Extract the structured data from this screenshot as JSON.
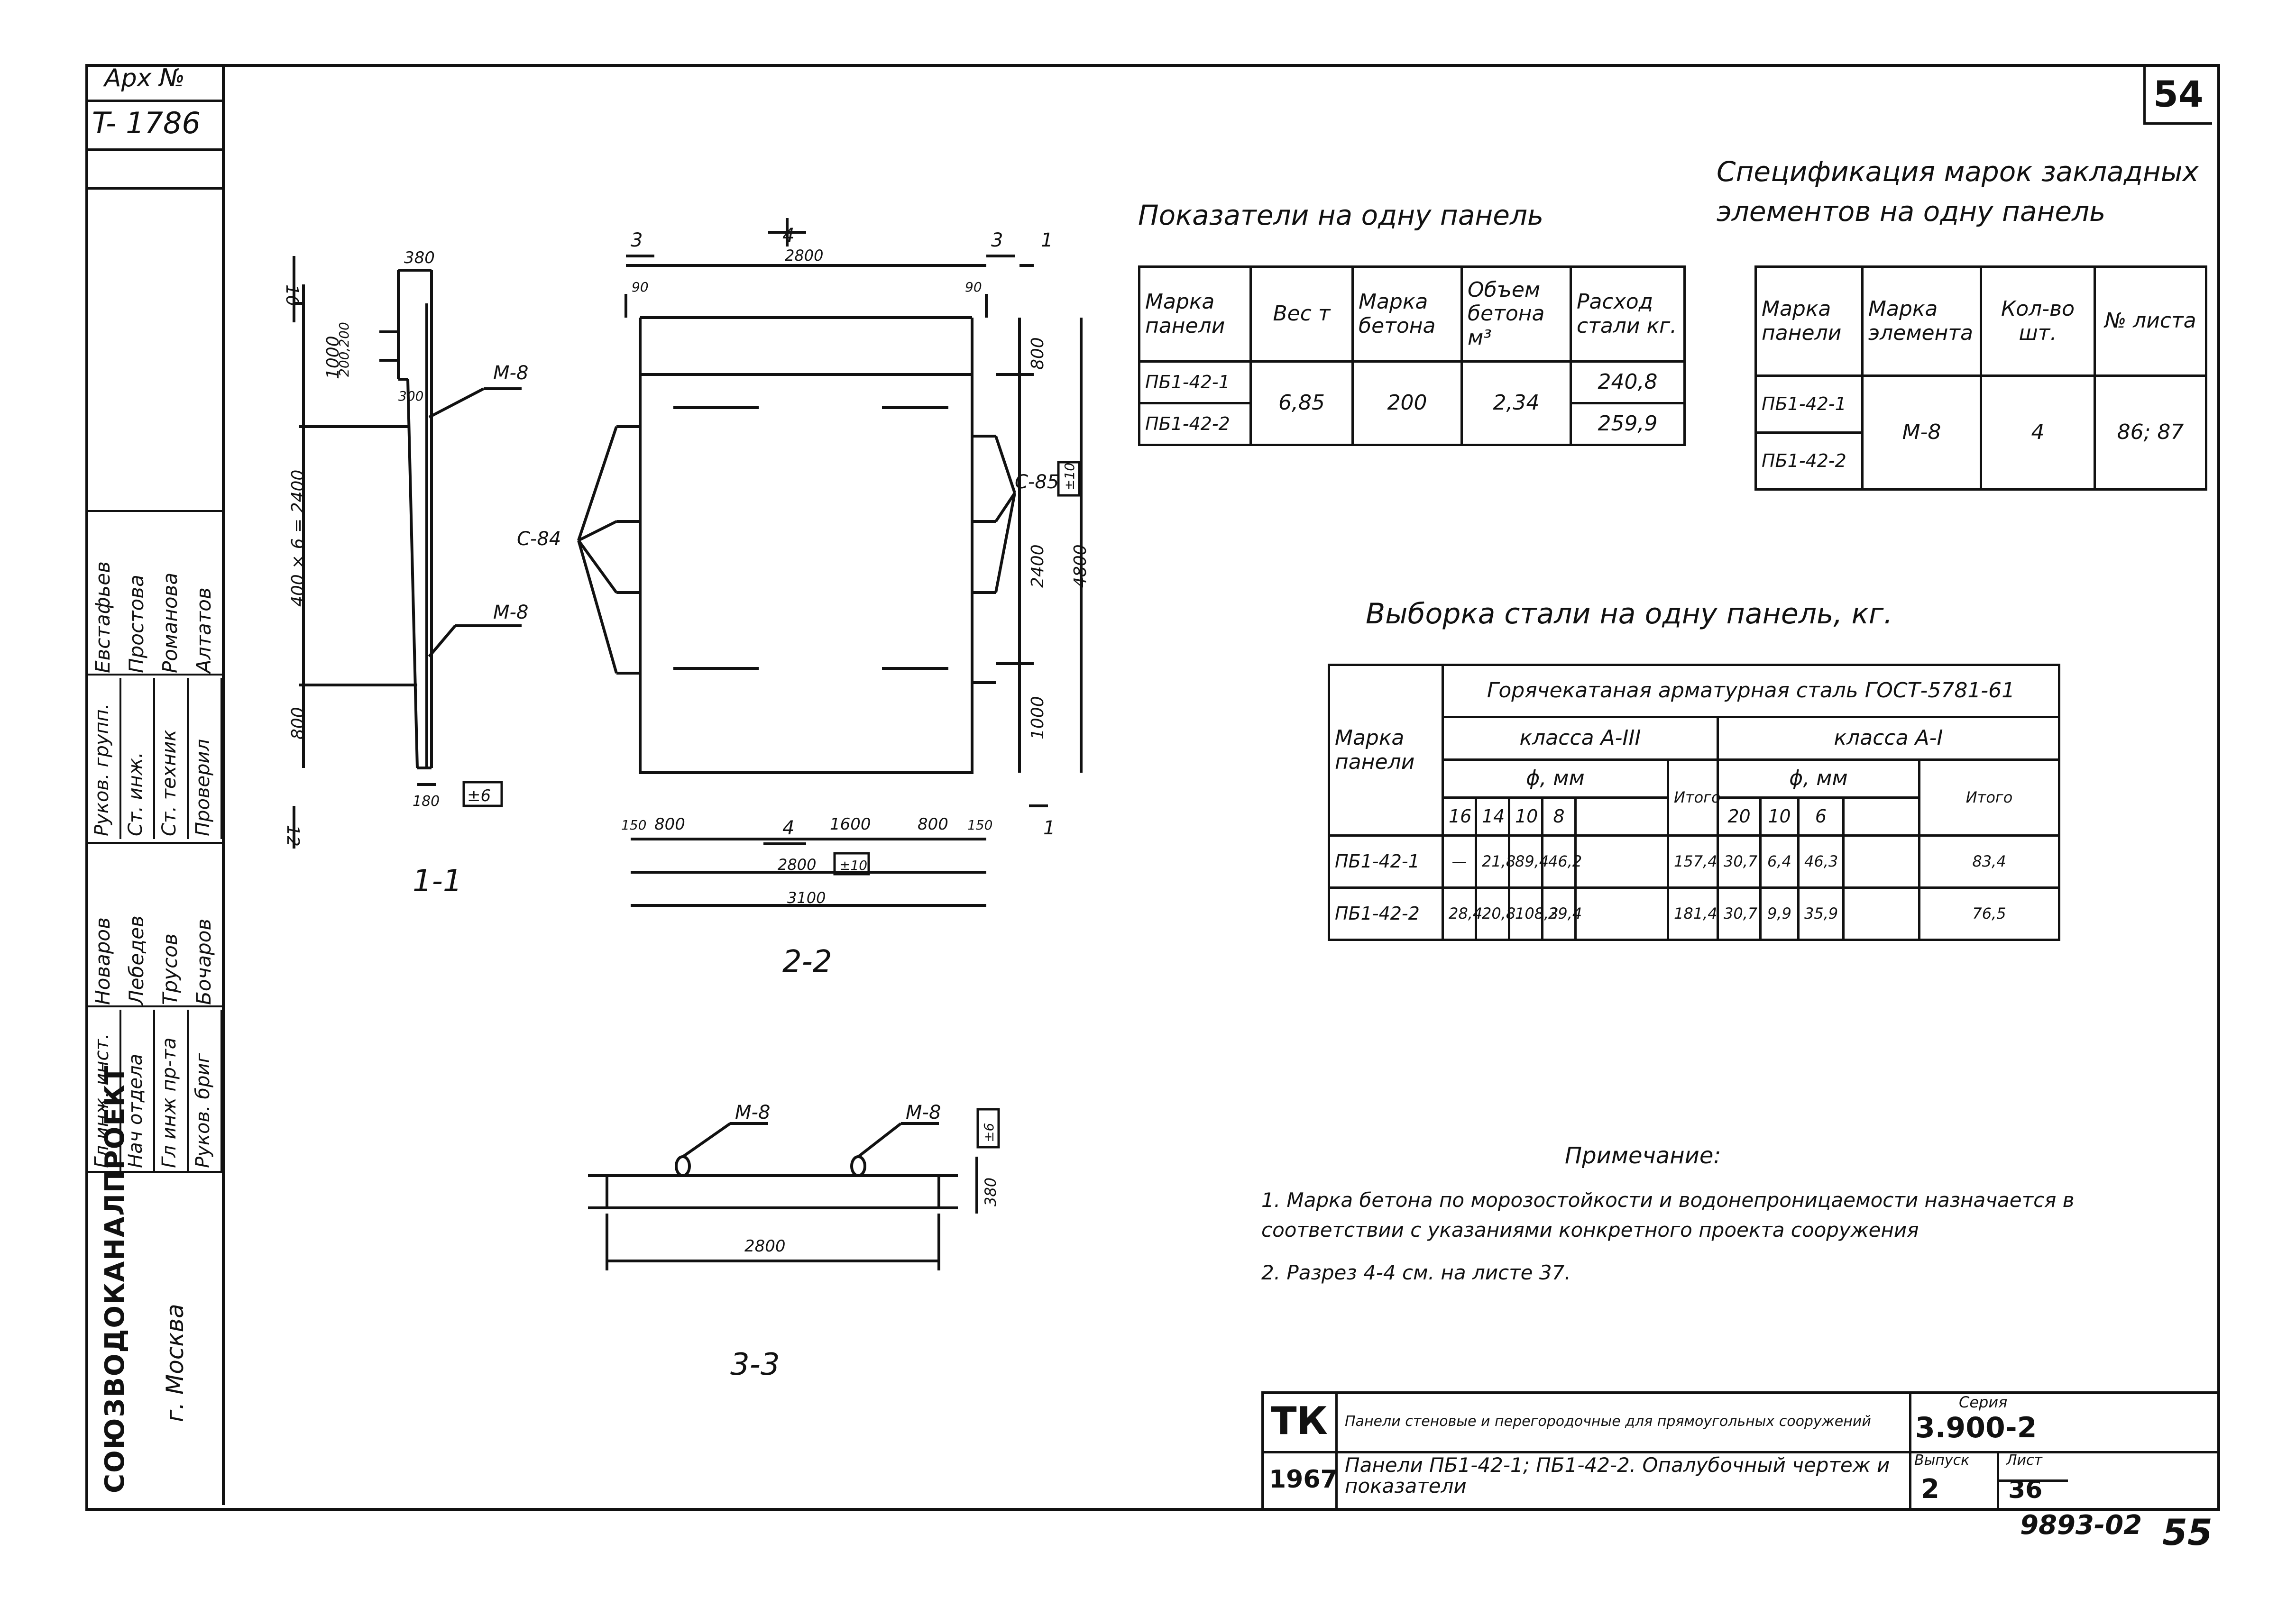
{
  "sheet_number_top": "54",
  "sheet_number_bottom": "55",
  "archive": {
    "label": "Арх №",
    "number": "T- 1786"
  },
  "left_stamp": {
    "org": "СОЮЗВОДОКАНАЛПРОЕКТ",
    "city": "г. Москва",
    "rows": [
      {
        "role": "Гл инж. инст.",
        "name": "Новаров"
      },
      {
        "role": "Нач отдела",
        "name": "Лебедев"
      },
      {
        "role": "Гл инж пр-та",
        "name": "Трусов"
      },
      {
        "role": "Руков. бриг",
        "name": "Бочаров"
      },
      {
        "role": "Руков. групп.",
        "name": "Евстафьев"
      },
      {
        "role": "Ст. инж.",
        "name": "Простова"
      },
      {
        "role": "Ст. техник",
        "name": "Романова"
      },
      {
        "role": "Проверил",
        "name": "Алтатов"
      }
    ]
  },
  "views": {
    "v11": {
      "title": "1-1",
      "section_marks": [
        "10",
        "12"
      ],
      "dims": {
        "top_width": "380",
        "top_len": "1000",
        "inset": "200,200",
        "step": "300",
        "middle": "400 × 6 = 2400",
        "bottom": "800",
        "base": "180"
      },
      "elements": [
        "М-8",
        "М-8"
      ],
      "tolerance": "±6"
    },
    "v22": {
      "title": "2-2",
      "section_marks": [
        "3",
        "4",
        "3",
        "1",
        "4",
        "1"
      ],
      "dims": {
        "top": "2800",
        "edge_l": "90",
        "edge_r": "90",
        "h_top": "800",
        "h_mid": "2400",
        "h_total": "4800",
        "h_bot": "1000",
        "b1": "150",
        "b2": "800",
        "b3": "1600",
        "b4": "800",
        "b5": "150",
        "b_mid": "2800",
        "b_total": "3100",
        "tol_w": "±10",
        "tol_h": "±10"
      },
      "labels": {
        "left": "С-84",
        "right": "С-85"
      }
    },
    "v33": {
      "title": "3-3",
      "labels": [
        "М-8",
        "М-8"
      ],
      "dims": {
        "width": "2800",
        "height": "380",
        "tol": "±6"
      }
    }
  },
  "indicators": {
    "title": "Показатели на одну панель",
    "headers": [
      "Марка панели",
      "Вес т",
      "Марка бетона",
      "Объем бетона м³",
      "Расход стали кг."
    ],
    "rows": [
      {
        "mark": "ПБ1-42-1",
        "weight": "6,85",
        "concrete": "200",
        "volume": "2,34",
        "steel": "240,8"
      },
      {
        "mark": "ПБ1-42-2",
        "steel": "259,9"
      }
    ]
  },
  "spec": {
    "title": "Спецификация марок закладных элементов на одну панель",
    "headers": [
      "Марка панели",
      "Марка элемента",
      "Кол-во шт.",
      "№ листа"
    ],
    "rows": [
      {
        "mark": "ПБ1-42-1",
        "element": "М-8",
        "qty": "4",
        "sheet": "86; 87"
      },
      {
        "mark": "ПБ1-42-2"
      }
    ]
  },
  "steel": {
    "title": "Выборка стали на одну панель, кг.",
    "header_top": "Горячекатаная арматурная сталь ГОСТ-5781-61",
    "class_a3": "класса А-III",
    "class_a1": "класса А-I",
    "mark_header": "Марка панели",
    "diameter": "ϕ, мм",
    "total": "Итого",
    "d_a3": [
      "16",
      "14",
      "10",
      "8",
      ""
    ],
    "d_a1": [
      "20",
      "10",
      "6",
      ""
    ],
    "rows": [
      {
        "mark": "ПБ1-42-1",
        "a3": [
          "—",
          "21,8",
          "89,4",
          "46,2",
          ""
        ],
        "t3": "157,4",
        "a1": [
          "30,7",
          "6,4",
          "46,3",
          ""
        ],
        "t1": "83,4"
      },
      {
        "mark": "ПБ1-42-2",
        "a3": [
          "28,4",
          "20,8",
          "108,3",
          "29,4",
          ""
        ],
        "t3": "181,4",
        "a1": [
          "30,7",
          "9,9",
          "35,9",
          ""
        ],
        "t1": "76,5"
      }
    ]
  },
  "notes": {
    "title": "Примечание:",
    "items": [
      "1. Марка бетона по морозостойкости и водонепроницаемости назначается в соответствии с указаниями конкретного проекта сооружения",
      "2. Разрез 4-4 см. на листе 37."
    ]
  },
  "title_block": {
    "tk": "ТК",
    "year": "1967",
    "desc": "Панели стеновые и перегородочные для прямоугольных сооружений",
    "sheet_title": "Панели ПБ1-42-1; ПБ1-42-2. Опалубочный чертеж и показатели",
    "series_label": "Серия",
    "series": "3.900-2",
    "issue_label": "Выпуск",
    "issue": "2",
    "sheet_label": "Лист",
    "sheet": "36"
  },
  "inventory": "9893-02"
}
